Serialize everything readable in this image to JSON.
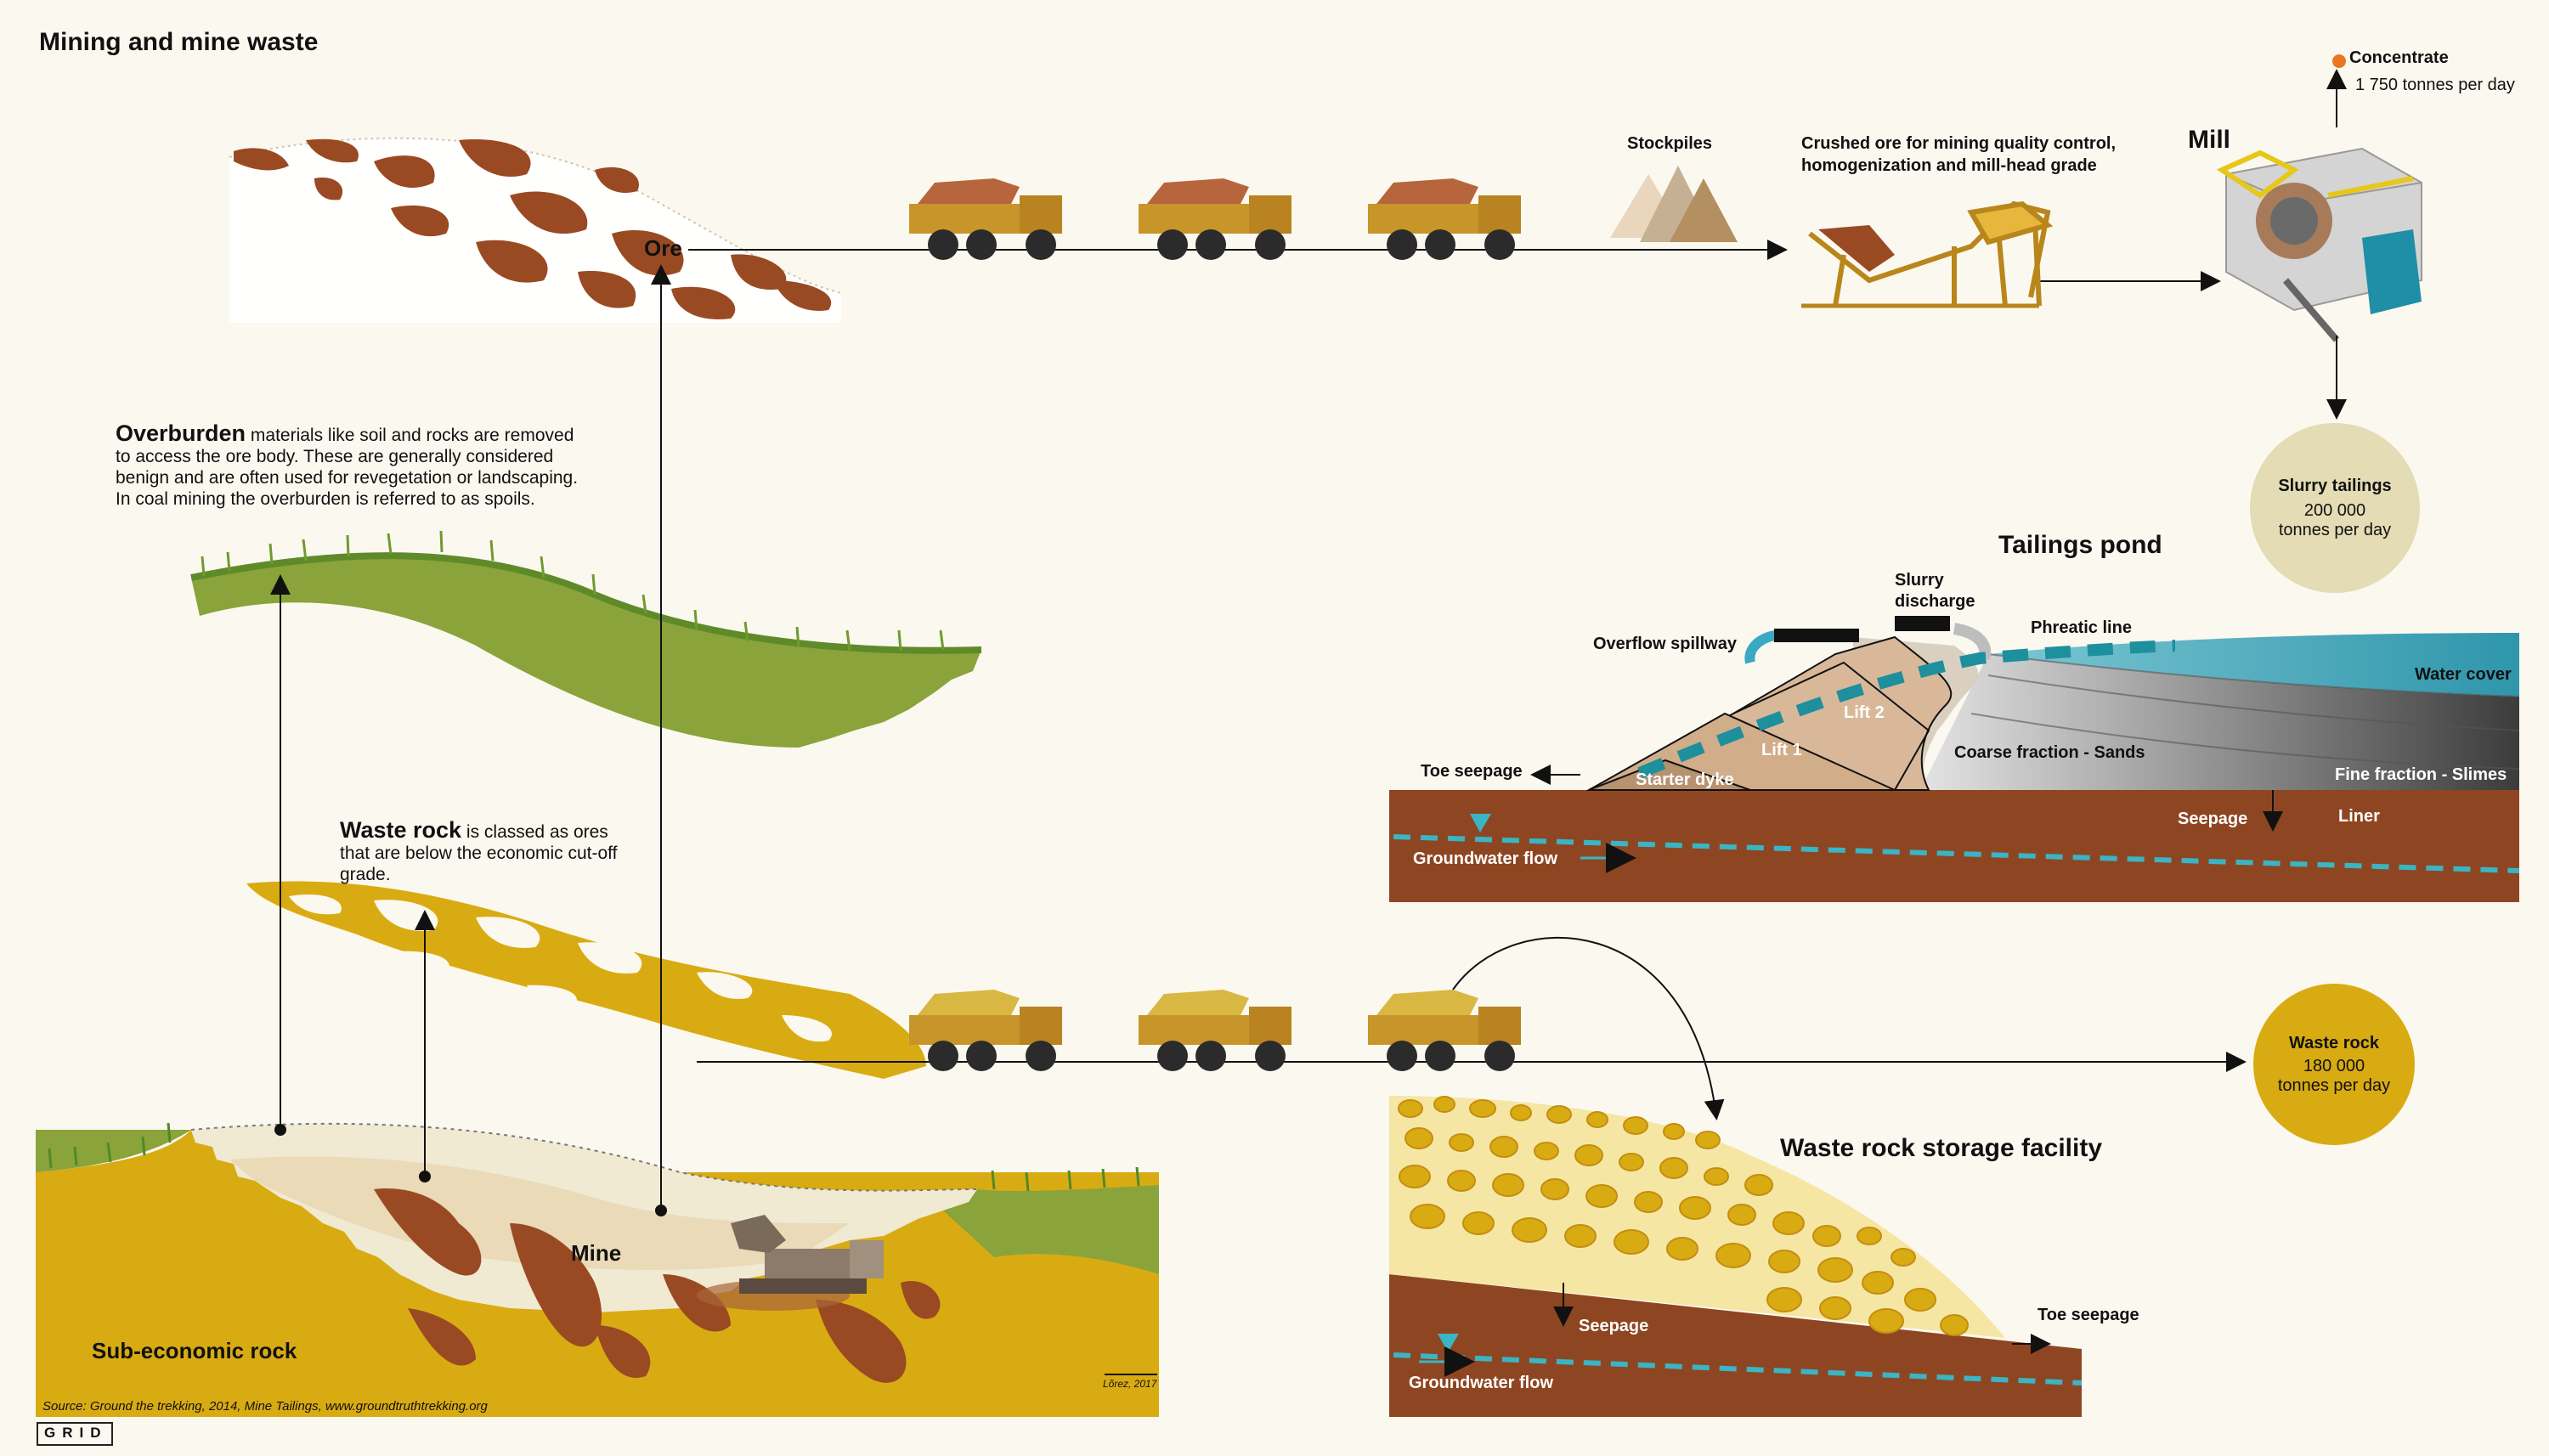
{
  "title": "Mining and mine waste",
  "labels": {
    "ore": "Ore",
    "stockpiles": "Stockpiles",
    "crushed_ore_line1": "Crushed ore for mining quality control,",
    "crushed_ore_line2": "homogenization and mill-head grade",
    "mill": "Mill",
    "concentrate": "Concentrate",
    "concentrate_rate": "1 750 tonnes per day",
    "overburden_head": "Overburden",
    "overburden_text": "materials like soil and rocks are removed to access the ore body. These are generally considered benign and are often used for revegetation or landscaping. In coal mining the overburden is referred to as spoils.",
    "waste_rock_head": "Waste rock",
    "waste_rock_text": "is classed as ores that are below the economic cut-off grade.",
    "mine": "Mine",
    "sub_economic_rock": "Sub-economic rock"
  },
  "tailings": {
    "title": "Tailings pond",
    "overflow_spillway": "Overflow spillway",
    "slurry_discharge_1": "Slurry",
    "slurry_discharge_2": "discharge",
    "phreatic_line": "Phreatic line",
    "water_cover": "Water cover",
    "lift_2": "Lift 2",
    "lift_1": "Lift 1",
    "starter_dyke": "Starter dyke",
    "coarse_fraction": "Coarse fraction - Sands",
    "fine_fraction": "Fine fraction - Slimes",
    "toe_seepage": "Toe seepage",
    "seepage": "Seepage",
    "liner": "Liner",
    "groundwater_flow": "Groundwater flow"
  },
  "slurry_tailings": {
    "label": "Slurry tailings",
    "value": "200 000",
    "unit": "tonnes per day"
  },
  "waste_rock_output": {
    "label": "Waste rock",
    "value": "180 000",
    "unit": "tonnes per day"
  },
  "storage": {
    "title": "Waste rock storage facility",
    "seepage": "Seepage",
    "toe_seepage": "Toe seepage",
    "groundwater_flow": "Groundwater flow"
  },
  "footer": {
    "source": "Source: Ground the trekking, 2014, Mine Tailings, www.groundtruthtrekking.org",
    "credit": "Lõrez, 2017",
    "logo": "GRID"
  },
  "colors": {
    "ore_brown": "#9a4a22",
    "waste_yellow": "#d9ab12",
    "grass_green": "#8aa33a",
    "ground_brown": "#8e4622",
    "water_teal": "#3b9fb0",
    "slurry_circle": "#e3dcb4",
    "waste_circle": "#d9ab12",
    "concentrate_dot": "#e87722"
  }
}
